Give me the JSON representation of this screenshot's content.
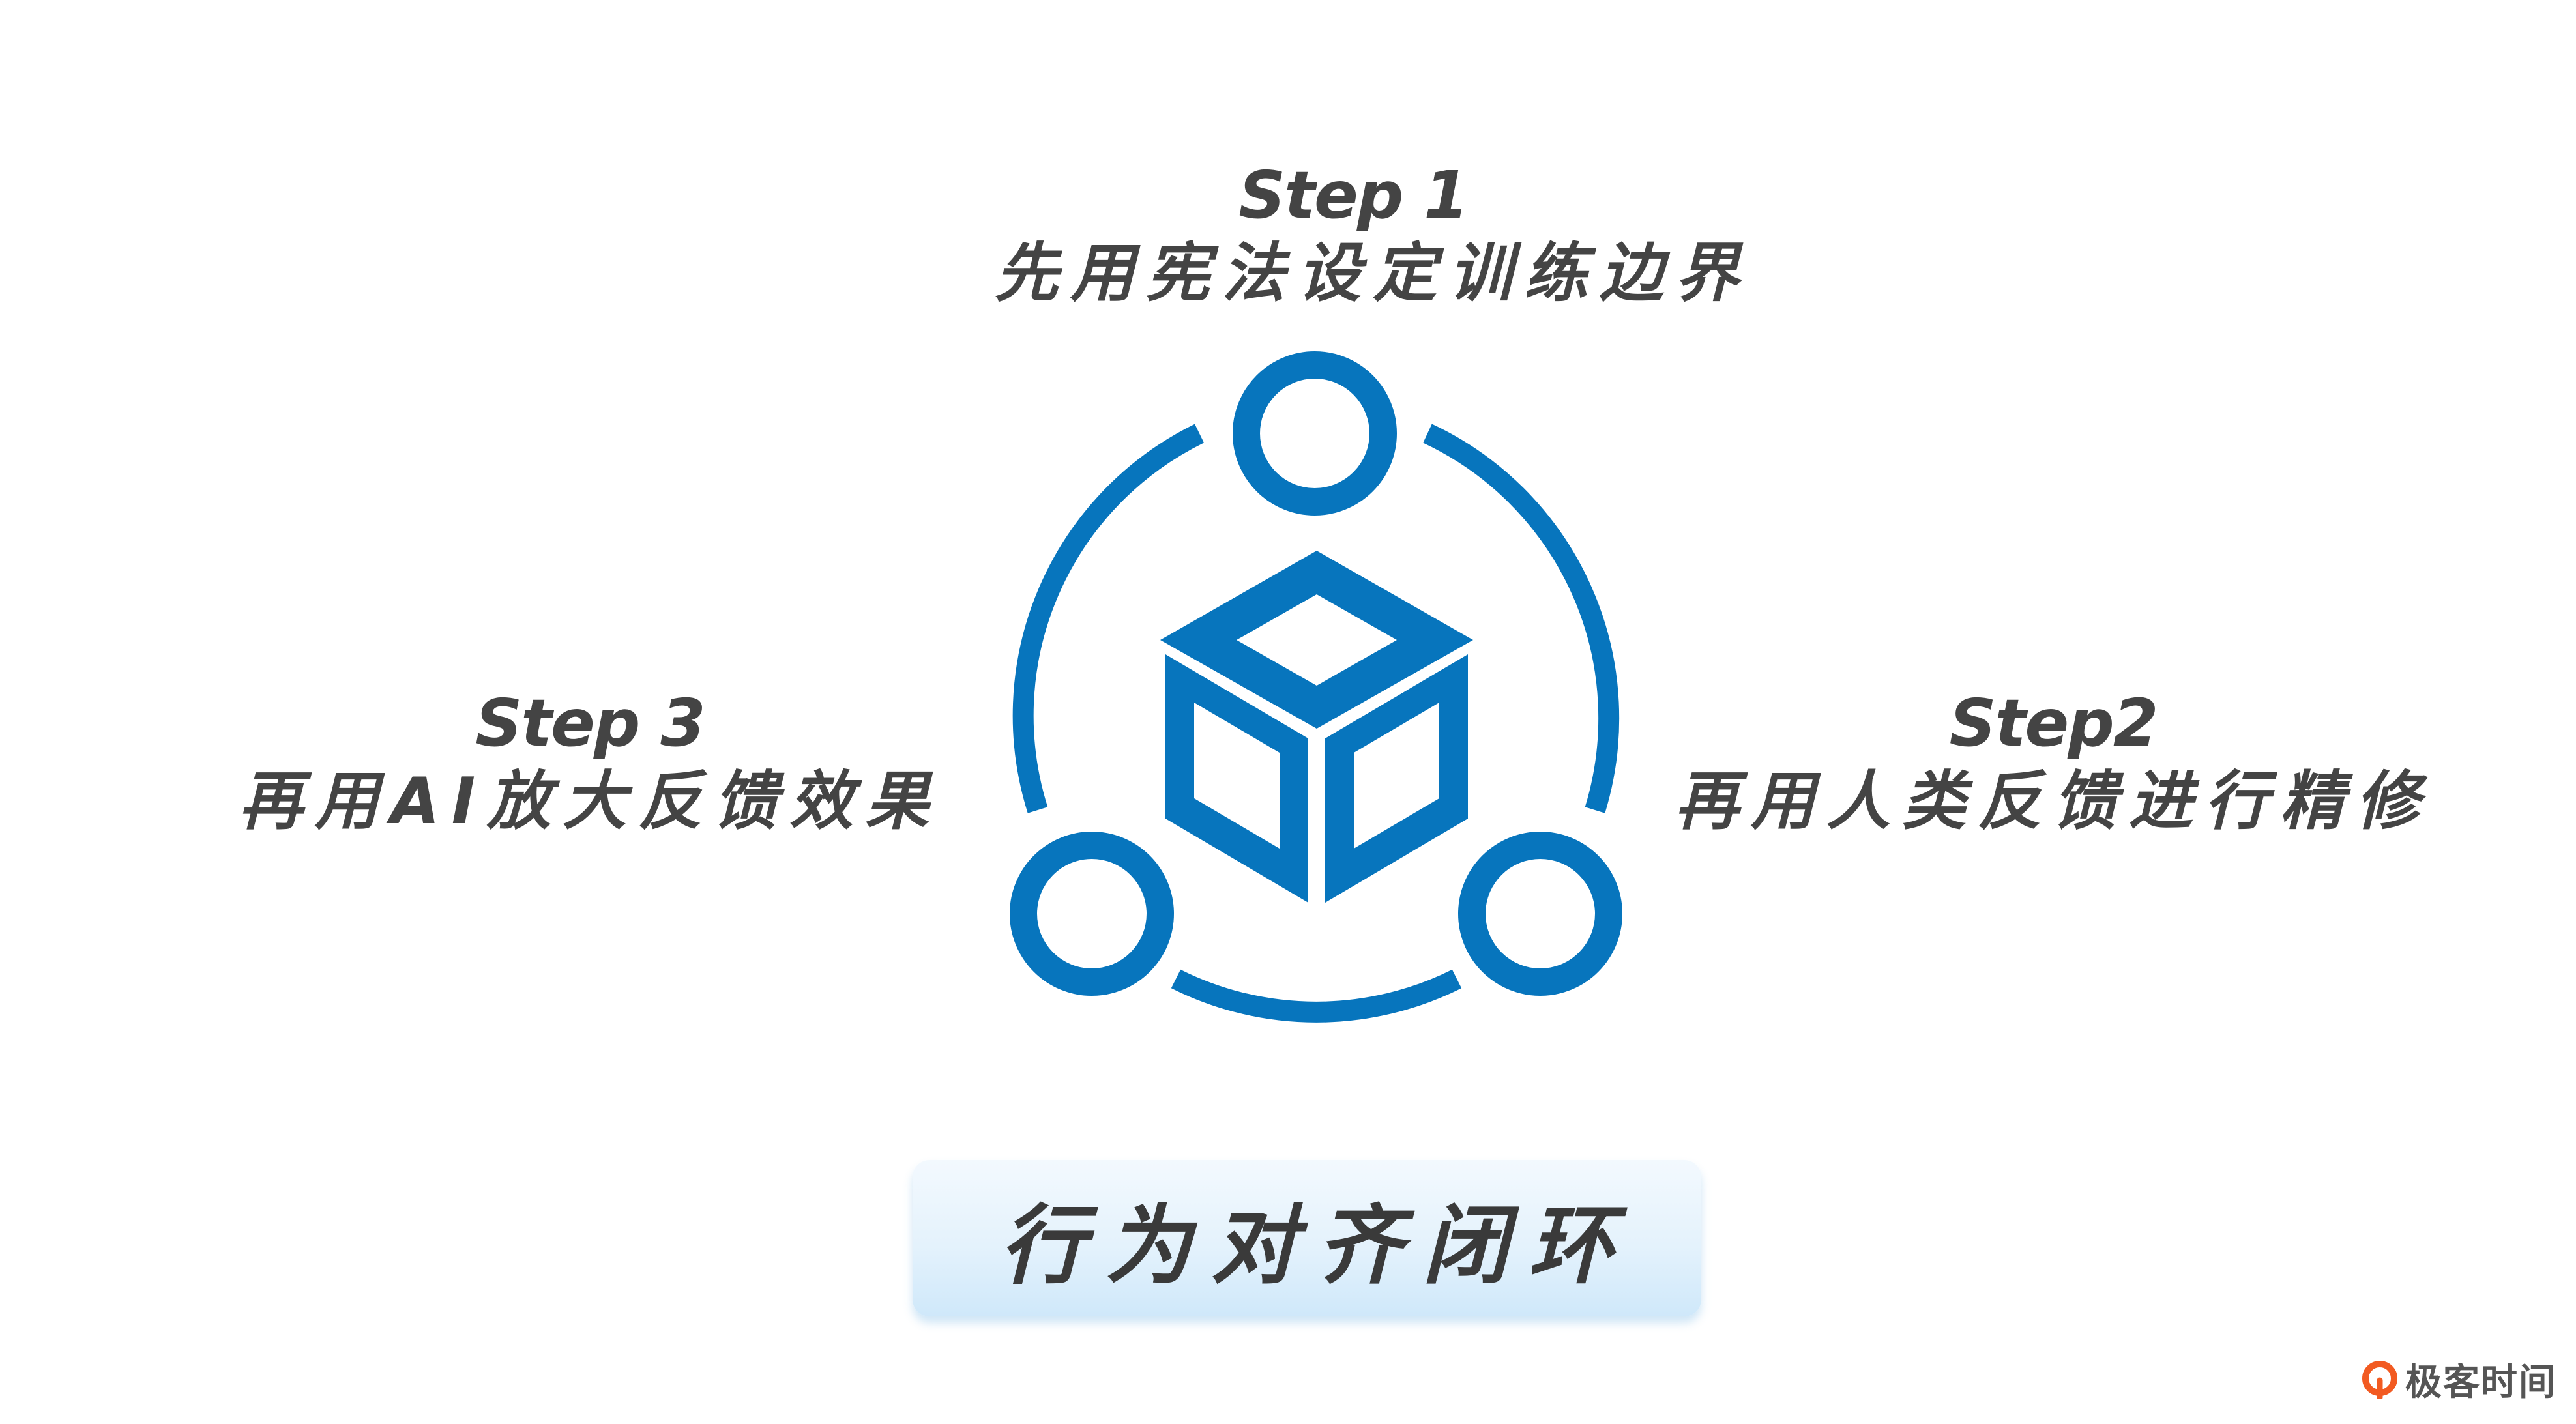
{
  "steps": {
    "step1": {
      "title": "Step 1",
      "desc": "先用宪法设定训练边界"
    },
    "step2": {
      "title": "Step2",
      "desc": "再用人类反馈进行精修"
    },
    "step3": {
      "title": "Step 3",
      "desc": "再用AI放大反馈效果"
    }
  },
  "center_label": "行为对齐闭环",
  "brand": {
    "name": "极客时间"
  },
  "colors": {
    "primary_blue": "#0775bd",
    "brand_orange": "#f25a21"
  },
  "icons": {
    "center": "cube-icon",
    "nodes": "circle-node-icon",
    "brand": "geektime-logo-icon"
  }
}
